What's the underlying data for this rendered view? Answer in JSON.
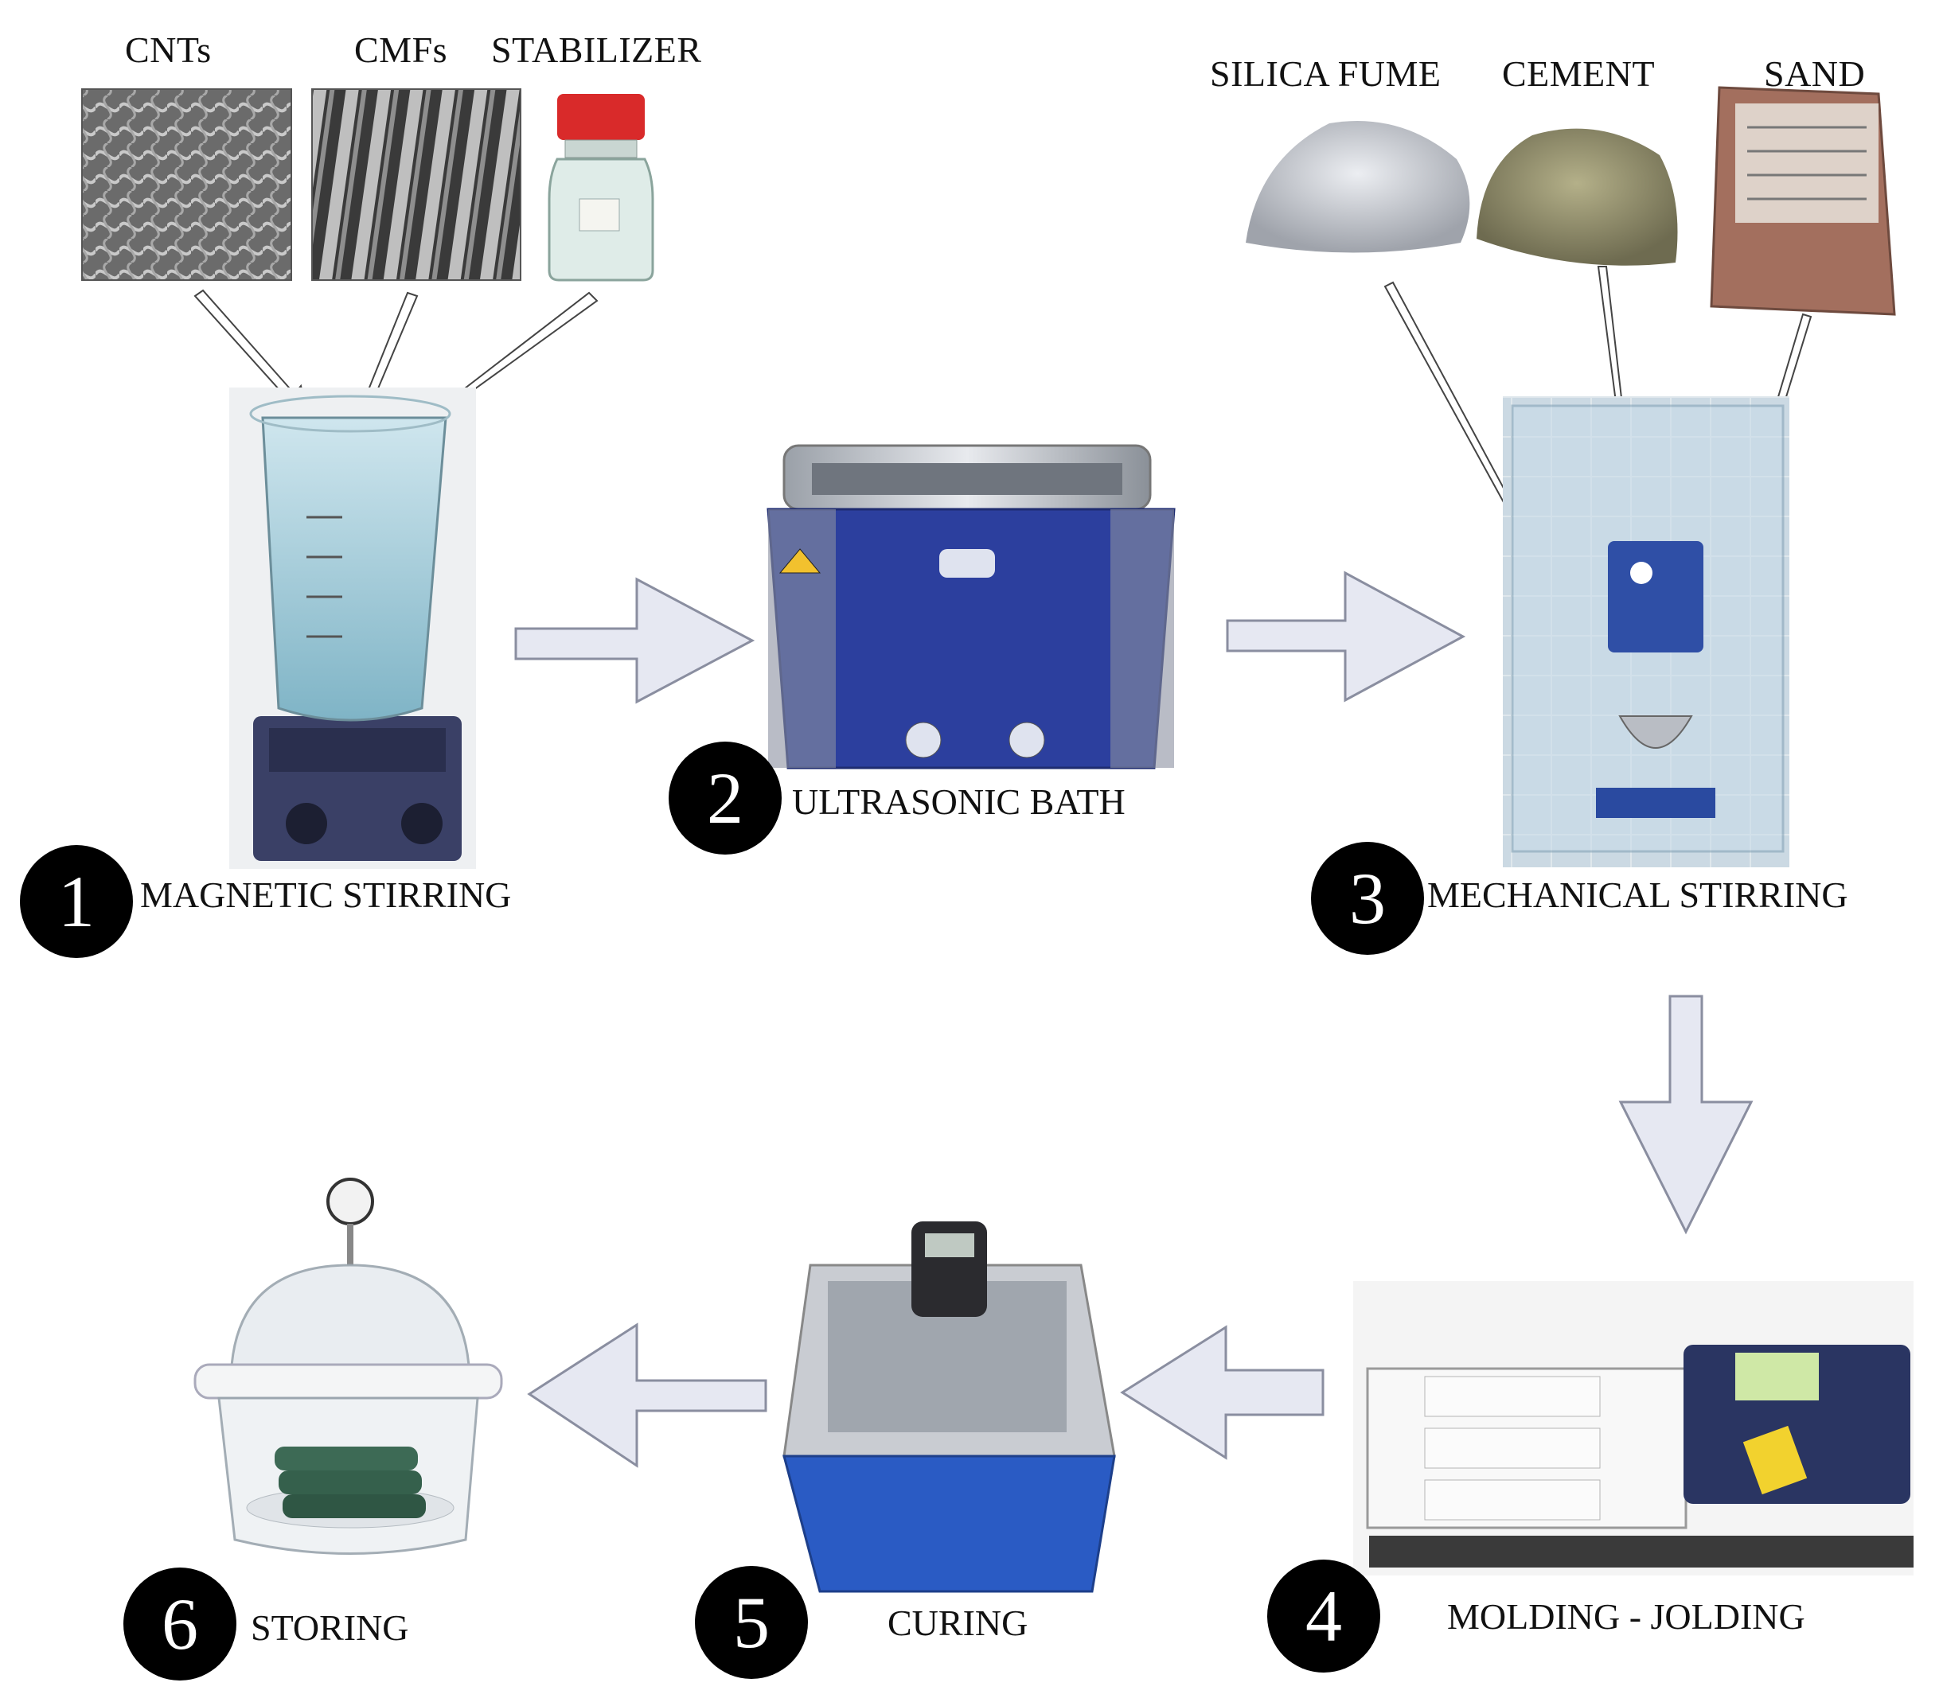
{
  "materials_top_left": {
    "cnts": "CNTs",
    "cmfs": "CMFs",
    "stabilizer": "STABILIZER"
  },
  "materials_top_right": {
    "silica_fume": "SILICA FUME",
    "cement": "CEMENT",
    "sand": "SAND"
  },
  "steps": [
    {
      "number": "1",
      "label": "MAGNETIC STIRRING"
    },
    {
      "number": "2",
      "label": "ULTRASONIC BATH"
    },
    {
      "number": "3",
      "label": "MECHANICAL STIRRING"
    },
    {
      "number": "4",
      "label": "MOLDING - JOLDING"
    },
    {
      "number": "5",
      "label": "CURING"
    },
    {
      "number": "6",
      "label": "STORING"
    }
  ],
  "colors": {
    "arrow_fill": "#e6e8f2",
    "arrow_stroke": "#8a8ea0",
    "bath_blue": "#2c3f9e",
    "curing_blue": "#2a5bc4",
    "badge": "#000000"
  }
}
